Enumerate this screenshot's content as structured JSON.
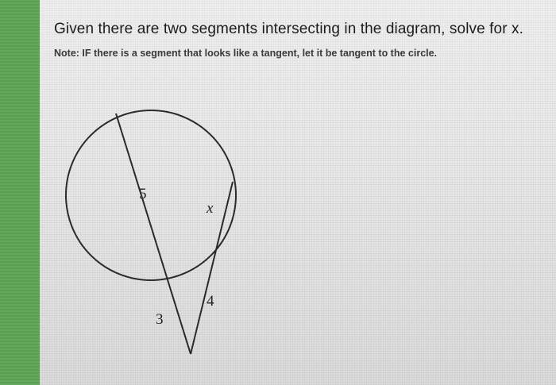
{
  "question": {
    "title": "Given there are two segments intersecting in the diagram, solve for x.",
    "note": "Note: IF there is a segment that looks like a tangent, let it be tangent to the circle."
  },
  "diagram": {
    "labels": {
      "inner_secant": "5",
      "outer_secant": "3",
      "tangent_segment": "4",
      "unknown": "x"
    },
    "stroke_color": "#2a2a2a"
  }
}
